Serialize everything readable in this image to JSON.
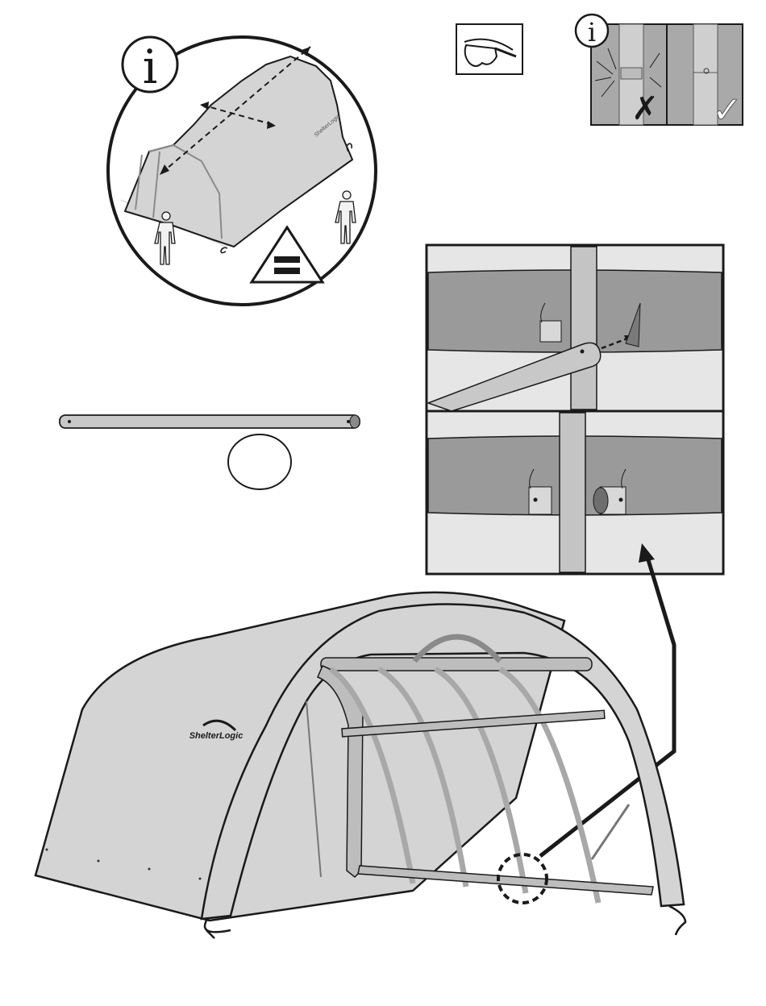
{
  "info_badges": [
    "i",
    "i"
  ],
  "brand": {
    "text": "ShelterLogic",
    "small_text": "ShelterLogic"
  },
  "checks": {
    "wrong": "✗",
    "right": "✓"
  },
  "colors": {
    "cover": "#d4d4d4",
    "cover_dark": "#9a9a9a",
    "frame": "#bdbdbd",
    "outline": "#1a1a1a",
    "panel_bg": "#e6e6e6"
  },
  "icons": [
    "info-icon",
    "safety-glasses-icon",
    "two-person-lift-icon",
    "wrong-x-icon",
    "correct-check-icon"
  ]
}
